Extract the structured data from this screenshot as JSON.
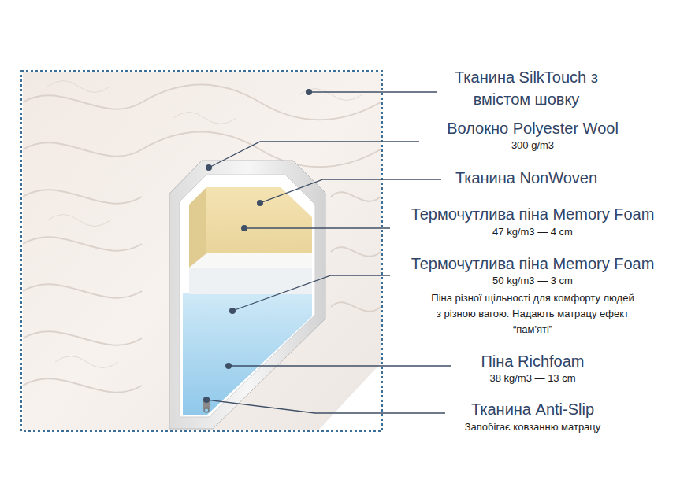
{
  "diagram": {
    "labels": [
      "Тканина SilkTouch з вмістом шовку",
      "Волокно Polyester Wool",
      "300 g/m3",
      "Тканина NonWoven",
      "Термочутлива піна Memory Foam",
      "47 kg/m3 — 4 cm",
      "Термочутлива піна Memory Foam",
      "50 kg/m3 — 3 cm",
      "Піна різної щільності для комфорту людей з різною вагою. Надають матрацу ефект “пам'яті”",
      "Піна Richfoam",
      "38 kg/m3 — 13 cm",
      "Тканина Anti-Slip",
      "Запобігає ковзанню матрацу"
    ]
  }
}
